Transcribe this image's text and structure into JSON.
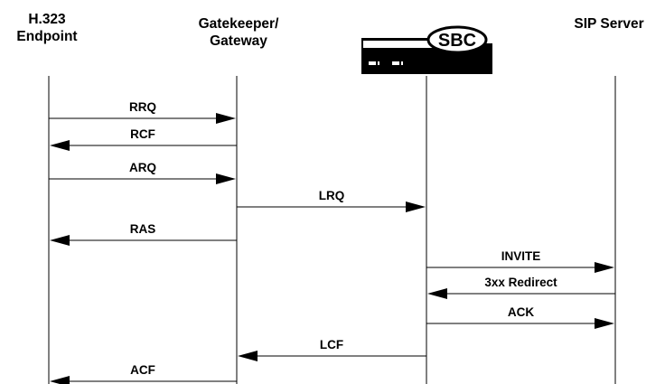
{
  "lanes": [
    {
      "id": "h323",
      "title_lines": [
        "H.323",
        "Endpoint"
      ]
    },
    {
      "id": "gk",
      "title_lines": [
        "Gatekeeper/",
        "Gateway"
      ]
    },
    {
      "id": "sbc",
      "title_lines": [
        "SBC"
      ]
    },
    {
      "id": "sip",
      "title_lines": [
        "SIP Server"
      ]
    }
  ],
  "messages": [
    {
      "label": "RRQ",
      "from": "h323",
      "to": "gk"
    },
    {
      "label": "RCF",
      "from": "gk",
      "to": "h323"
    },
    {
      "label": "ARQ",
      "from": "h323",
      "to": "gk"
    },
    {
      "label": "LRQ",
      "from": "gk",
      "to": "sbc"
    },
    {
      "label": "RAS",
      "from": "gk",
      "to": "h323"
    },
    {
      "label": "INVITE",
      "from": "sbc",
      "to": "sip"
    },
    {
      "label": "3xx Redirect",
      "from": "sip",
      "to": "sbc"
    },
    {
      "label": "ACK",
      "from": "sbc",
      "to": "sip"
    },
    {
      "label": "LCF",
      "from": "sbc",
      "to": "gk"
    },
    {
      "label": "ACF",
      "from": "gk",
      "to": "h323"
    }
  ],
  "colors": {
    "line": "#000000",
    "device_fill": "#000000",
    "device_text": "#000000",
    "background": "#ffffff"
  },
  "icons": {
    "sbc": "sbc-device-icon"
  }
}
